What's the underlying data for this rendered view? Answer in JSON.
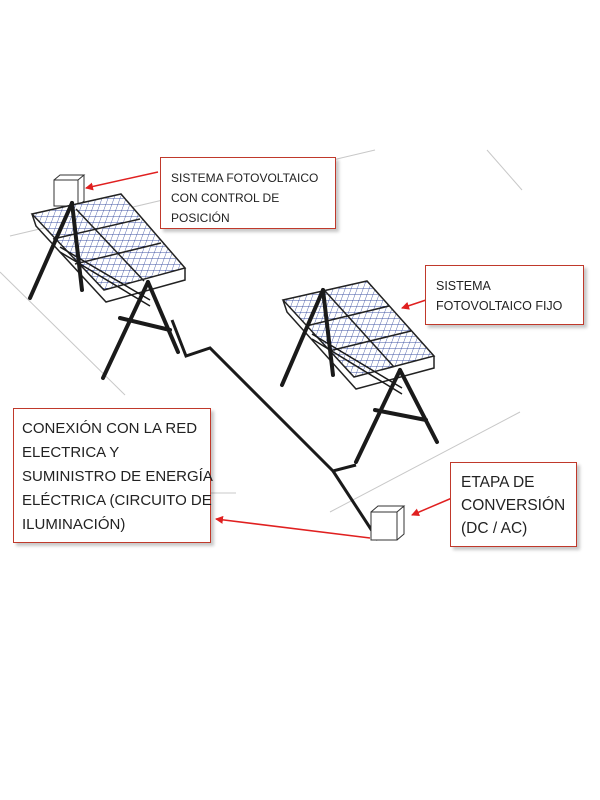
{
  "callouts": {
    "tracking": {
      "lines": [
        "SISTEMA FOTOVOLTAICO",
        "CON CONTROL DE",
        "POSICIÓN"
      ]
    },
    "fixed": {
      "lines": [
        "SISTEMA",
        "FOTOVOLTAICO FIJO"
      ]
    },
    "grid": {
      "lines": [
        "CONEXIÓN CON LA RED",
        "ELECTRICA Y",
        "SUMINISTRO DE ENERGÍA",
        "ELÉCTRICA (CIRCUITO DE",
        "ILUMINACIÓN)"
      ]
    },
    "conversion": {
      "lines": [
        "ETAPA DE",
        "CONVERSIÓN",
        "(DC / AC)"
      ]
    }
  },
  "colors": {
    "arrow": "#e02020",
    "callout_border": "#c0392b",
    "panel_cell": "#ffffff",
    "panel_grid": "#3a4fa0",
    "structure": "#1a1a1a",
    "ground_line": "#c8c8c8"
  }
}
